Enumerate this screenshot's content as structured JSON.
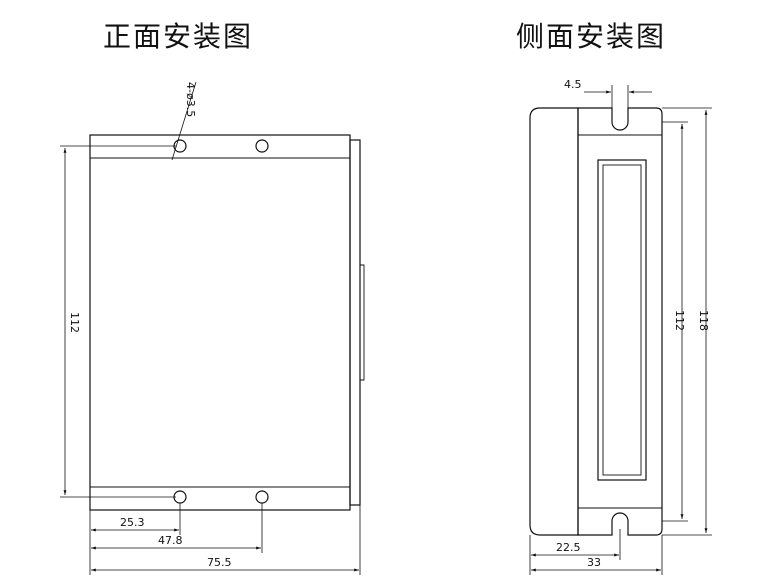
{
  "front_view": {
    "title": "正面安装图",
    "hole_callout": "4-ø3.5",
    "height_dim": "112",
    "dim_a": "25.3",
    "dim_b": "47.8",
    "width_dim": "75.5"
  },
  "side_view": {
    "title": "侧面安装图",
    "slot_dim": "4.5",
    "inner_height_dim": "112",
    "outer_height_dim": "118",
    "offset_dim": "22.5",
    "width_dim": "33"
  }
}
